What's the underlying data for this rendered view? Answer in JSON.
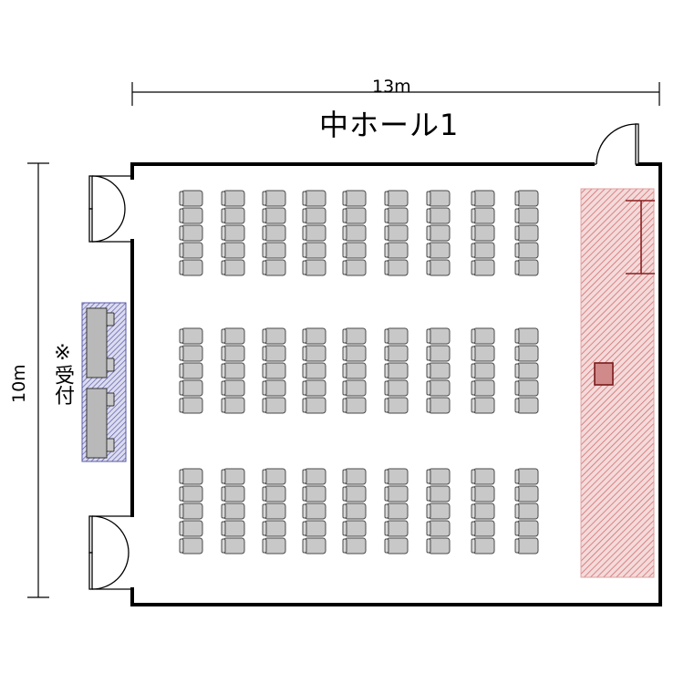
{
  "plan": {
    "title": "中ホール1",
    "width_label": "13m",
    "height_label": "10m",
    "reception_label": "※受付"
  },
  "seating": {
    "columns": 9,
    "blocks": 3,
    "rows_per_block": 5
  },
  "colors": {
    "wall": "#000000",
    "seat_fill": "#c8c8c8",
    "seat_stroke": "#4a4a4a",
    "stage_hatch": "#d07070",
    "stage_fill": "#f4dada",
    "reception_hatch": "#5a5aa8",
    "reception_fill": "#dcdcf0",
    "table_fill": "#b9b9b9"
  },
  "icons": [
    "podium-icon",
    "screen-icon",
    "door-icon",
    "seat-icon"
  ]
}
